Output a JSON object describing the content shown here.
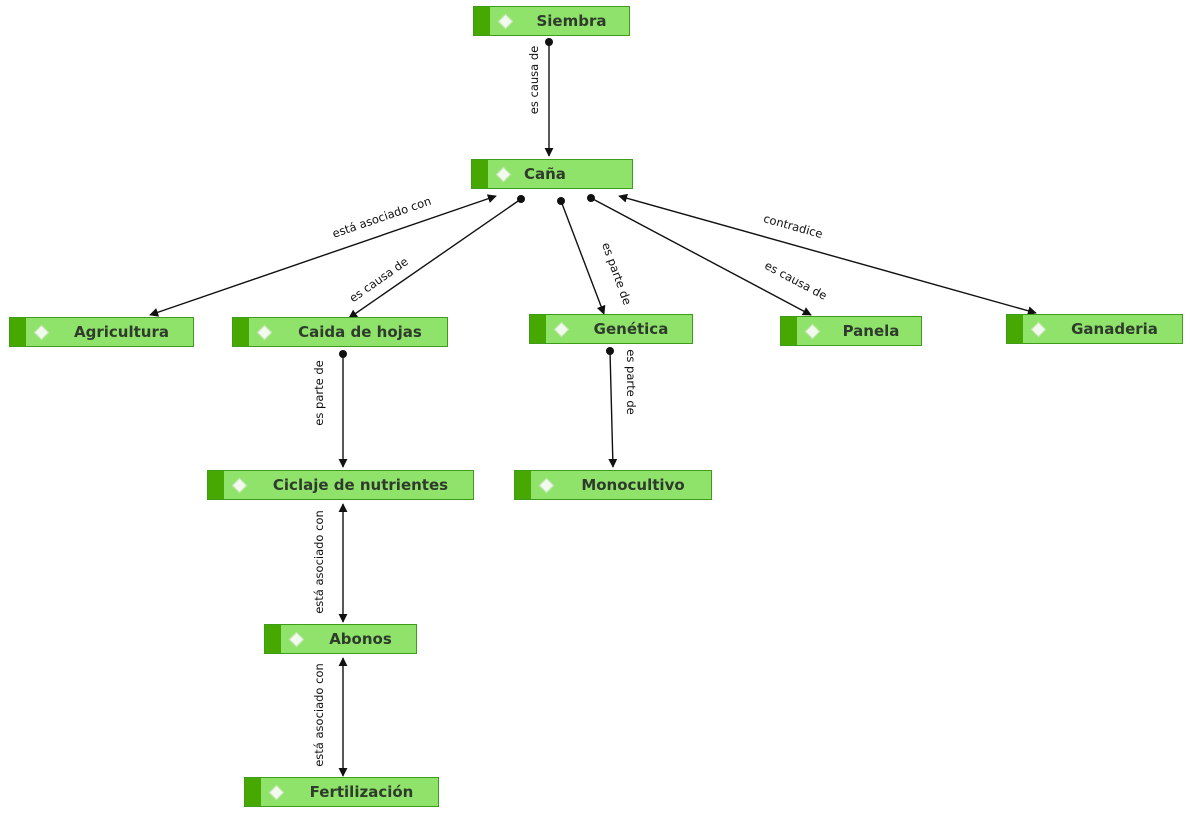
{
  "nodes": {
    "siembra": "Siembra",
    "cana": "Caña",
    "agricultura": "Agricultura",
    "caida": "Caida de hojas",
    "genetica": "Genética",
    "panela": "Panela",
    "ganaderia": "Ganaderia",
    "ciclaje": "Ciclaje de nutrientes",
    "monocultivo": "Monocultivo",
    "abonos": "Abonos",
    "fertilizacion": "Fertilización"
  },
  "links": {
    "siembra_cana": "es causa de",
    "cana_agricultura": "está asociado con",
    "cana_caida": "es causa de",
    "cana_genetica": "es parte de",
    "cana_panela": "es causa de",
    "cana_ganaderia": "contradice",
    "caida_ciclaje": "es parte de",
    "genetica_monocultivo": "es parte de",
    "ciclaje_abonos": "está asociado con",
    "abonos_fertilizacion": "está asociado con"
  }
}
